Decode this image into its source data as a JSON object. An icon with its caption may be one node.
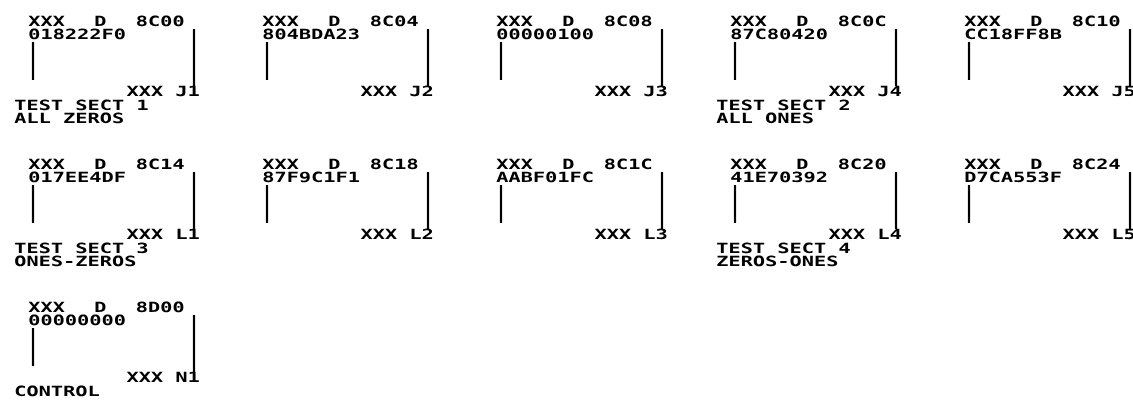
{
  "diagram": {
    "labels": [
      "XXX D 8C00",
      "018222F0",
      "XXX J1",
      "TEST SECT 1",
      "ALL ZEROS",
      "XXX D 8C04",
      "804BDA23",
      "XXX J2",
      "XXX D 8C08",
      "00000100",
      "XXX J3",
      "XXX D 8C0C",
      "87C80420",
      "XXX J4",
      "TEST SECT 2",
      "ALL ONES",
      "XXX D 8C10",
      "CC18FF8B",
      "XXX J5",
      "XXX D 8C14",
      "017EE4DF",
      "XXX L1",
      "TEST SECT 3",
      "ONES-ZEROS",
      "XXX D 8C18",
      "87F9C1F1",
      "XXX L2",
      "XXX D 8C1C",
      "AABF01FC",
      "XXX L3",
      "XXX D 8C20",
      "41E70392",
      "XXX L4",
      "TEST SECT 4",
      "ZEROS-ONES",
      "XXX D 8C24",
      "D7CA553F",
      "XXX L5",
      "XXX D 8D00",
      "00000000",
      "XXX N1",
      "CONTROL"
    ]
  }
}
